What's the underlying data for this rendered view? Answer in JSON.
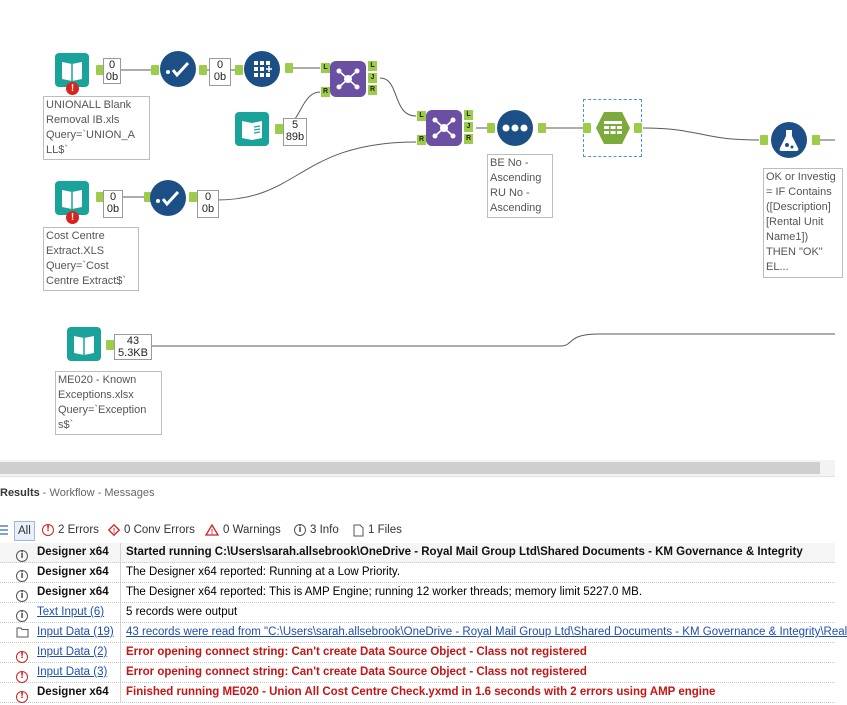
{
  "canvas": {
    "tools": [
      {
        "id": "unionall-input",
        "icon": "input-data-book-icon",
        "has_error": true
      },
      {
        "id": "select-1",
        "icon": "select-check-icon"
      },
      {
        "id": "formula-grid",
        "icon": "multi-field-formula-icon"
      },
      {
        "id": "join-1",
        "icon": "join-icon"
      },
      {
        "id": "text-input",
        "icon": "text-input-book-icon"
      },
      {
        "id": "join-2",
        "icon": "join-icon"
      },
      {
        "id": "sort",
        "icon": "sort-icon"
      },
      {
        "id": "summarize",
        "icon": "table-icon"
      },
      {
        "id": "formula-flask",
        "icon": "formula-flask-icon"
      },
      {
        "id": "costcentre-input",
        "icon": "input-data-book-icon",
        "has_error": true
      },
      {
        "id": "select-2",
        "icon": "select-check-icon"
      },
      {
        "id": "me020-input",
        "icon": "input-data-book-icon"
      }
    ],
    "counts": {
      "unionall_out": {
        "top": "0",
        "bottom": "0b"
      },
      "select1_out": {
        "top": "0",
        "bottom": "0b"
      },
      "textinput_out": {
        "top": "5",
        "bottom": "89b"
      },
      "costcentre_out": {
        "top": "0",
        "bottom": "0b"
      },
      "select2_out": {
        "top": "0",
        "bottom": "0b"
      },
      "me020_out": {
        "top": "43",
        "bottom": "5.3KB"
      }
    },
    "annotations": {
      "unionall": "UNIONALL Blank\nRemoval IB.xls\nQuery=`UNION_A\nLL$`",
      "costcentre": "Cost Centre\nExtract.XLS\nQuery=`Cost\nCentre Extract$`",
      "sort": "BE No -\nAscending\nRU No -\nAscending",
      "formula": "OK or Investig\n= IF Contains\n([Description]\n[Rental Unit\nName1])\nTHEN \"OK\"\nEL...",
      "me020": "ME020 - Known\nExceptions.xlsx\nQuery=`Exception\ns$`"
    },
    "anchor_labels": {
      "L": "L",
      "J": "J",
      "R": "R"
    }
  },
  "results": {
    "title": "Results",
    "crumb": " - Workflow - Messages",
    "filters": {
      "all": "All",
      "errors": "2 Errors",
      "conv_errors": "0 Conv Errors",
      "warnings": "0 Warnings",
      "info": "3 Info",
      "files": "1 Files"
    },
    "messages": [
      {
        "icon": "info-icon",
        "source": "Designer x64",
        "text": "Started running C:\\Users\\sarah.allsebrook\\OneDrive - Royal Mail Group Ltd\\Shared Documents - KM Governance & Integrity"
      },
      {
        "icon": "info-icon",
        "source": "Designer x64",
        "text": "The Designer x64 reported: Running at a Low Priority."
      },
      {
        "icon": "info-icon",
        "source": "Designer x64",
        "text": "The Designer x64 reported: This is AMP Engine; running 12 worker threads; memory limit 5227.0 MB."
      },
      {
        "icon": "info-icon",
        "source": "Text Input (6)",
        "text": "5 records were output"
      },
      {
        "icon": "file-icon",
        "source": "Input Data (19)",
        "text": "43 records were read from \"C:\\Users\\sarah.allsebrook\\OneDrive - Royal Mail Group Ltd\\Shared Documents - KM Governance & Integrity\\Real"
      },
      {
        "icon": "error-icon",
        "source": "Input Data (2)",
        "text": "Error opening connect string: Can't create Data Source Object - Class not registered"
      },
      {
        "icon": "error-icon",
        "source": "Input Data (3)",
        "text": "Error opening connect string: Can't create Data Source Object - Class not registered"
      },
      {
        "icon": "error-icon",
        "source": "Designer x64",
        "text": "Finished running ME020 - Union All Cost Centre Check.yxmd in 1.6 seconds with 2 errors using AMP engine"
      }
    ]
  },
  "colors": {
    "teal": "#1aa39b",
    "navy": "#1b4f86",
    "purple": "#6a4fa3",
    "green": "#7cab3c",
    "error_red": "#c61515",
    "link_blue": "#1f4fb3"
  }
}
